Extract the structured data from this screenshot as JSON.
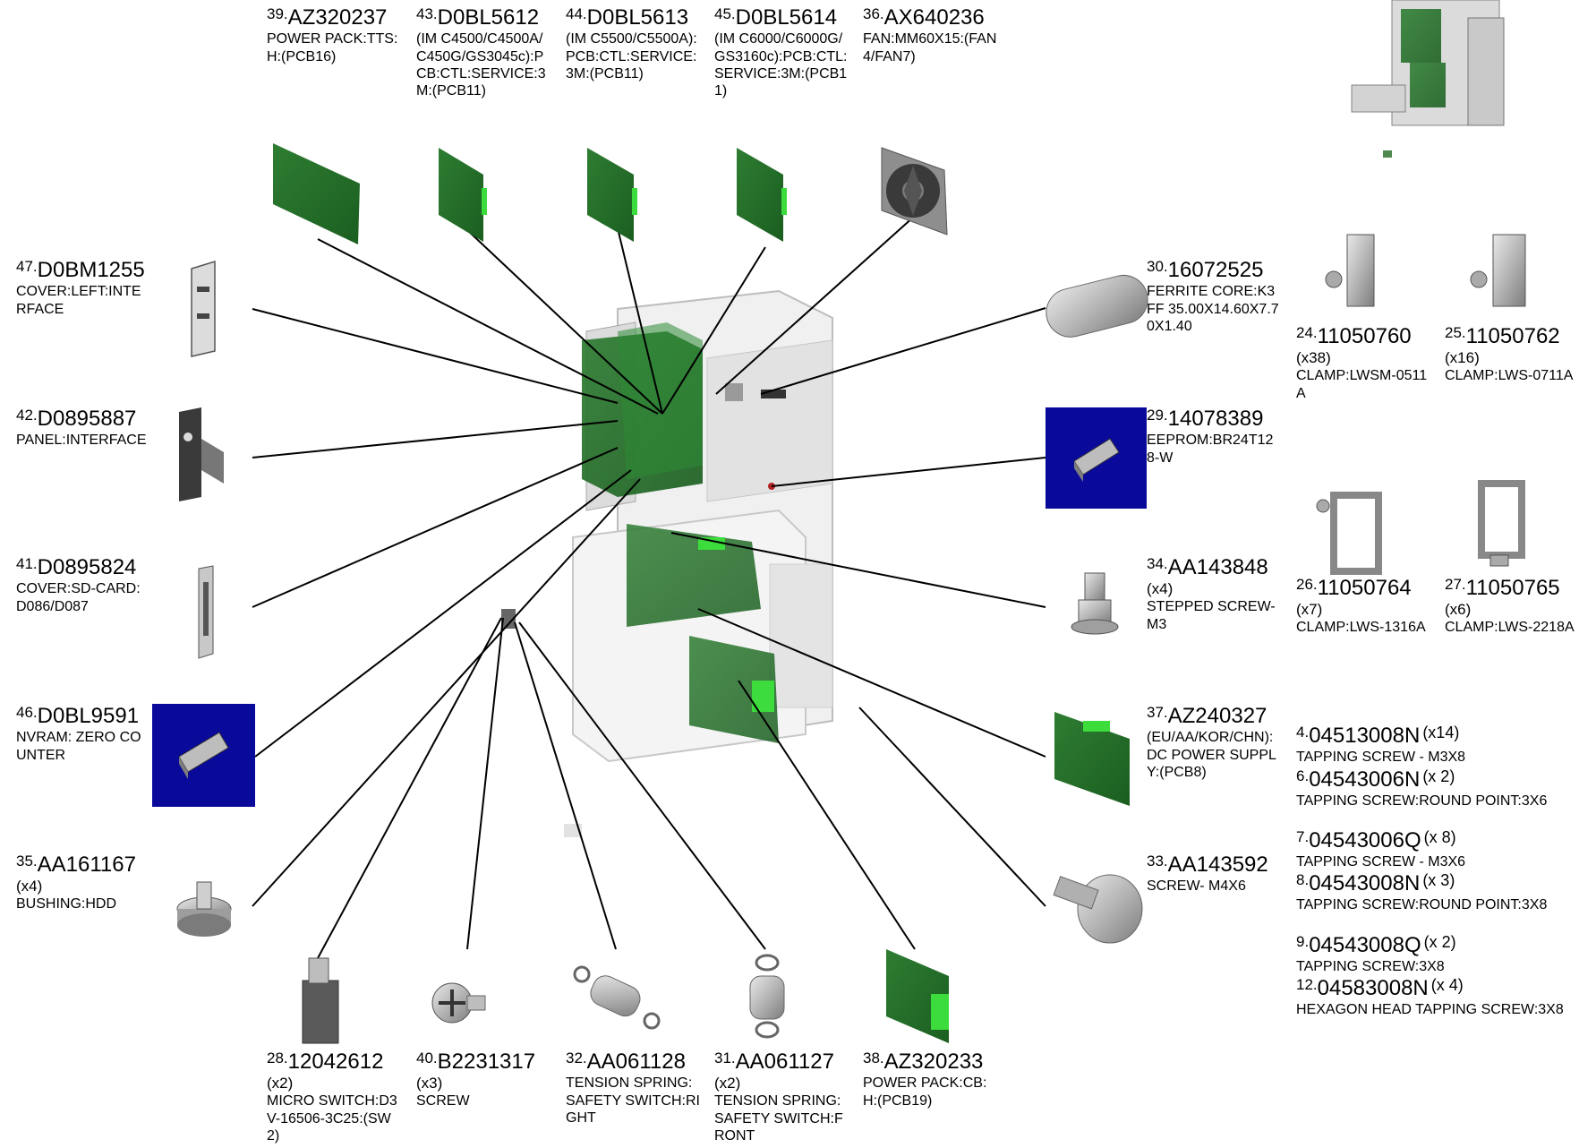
{
  "colors": {
    "pcb_green": "#1f6b24",
    "pcb_light": "#3bdc3b",
    "icon_bg": "#0a0a9a",
    "metal": "#b9b9b9"
  },
  "parts": {
    "p39": {
      "num": "39.",
      "pn": "AZ320237",
      "desc": "POWER PACK:TTS:H:(PCB16)"
    },
    "p43": {
      "num": "43.",
      "pn": "D0BL5612",
      "desc": "(IM C4500/C4500A/C450G/GS3045c):PCB:CTL:SERVICE:3M:(PCB11)"
    },
    "p44": {
      "num": "44.",
      "pn": "D0BL5613",
      "desc": "(IM C5500/C5500A):PCB:CTL:SERVICE:3M:(PCB11)"
    },
    "p45": {
      "num": "45.",
      "pn": "D0BL5614",
      "desc": "(IM C6000/C6000G/GS3160c):PCB:CTL:SERVICE:3M:(PCB11)"
    },
    "p36": {
      "num": "36.",
      "pn": "AX640236",
      "desc": "FAN:MM60X15:(FAN4/FAN7)"
    },
    "p47": {
      "num": "47.",
      "pn": "D0BM1255",
      "desc": "COVER:LEFT:INTERFACE"
    },
    "p42": {
      "num": "42.",
      "pn": "D0895887",
      "desc": "PANEL:INTERFACE"
    },
    "p41": {
      "num": "41.",
      "pn": "D0895824",
      "desc": "COVER:SD-CARD:D086/D087"
    },
    "p46": {
      "num": "46.",
      "pn": "D0BL9591",
      "desc": "NVRAM: ZERO COUNTER"
    },
    "p35": {
      "num": "35.",
      "pn": "AA161167",
      "qty": "(x4)",
      "desc": "BUSHING:HDD"
    },
    "p30": {
      "num": "30.",
      "pn": "16072525",
      "desc": "FERRITE CORE:K3FF 35.00X14.60X7.70X1.40"
    },
    "p29": {
      "num": "29.",
      "pn": "14078389",
      "desc": "EEPROM:BR24T128-W"
    },
    "p34": {
      "num": "34.",
      "pn": "AA143848",
      "qty": "(x4)",
      "desc": "STEPPED SCREW- M3"
    },
    "p37": {
      "num": "37.",
      "pn": "AZ240327",
      "desc": "(EU/AA/KOR/CHN):DC POWER SUPPLY:(PCB8)"
    },
    "p33": {
      "num": "33.",
      "pn": "AA143592",
      "desc": "SCREW- M4X6"
    },
    "p24": {
      "num": "24.",
      "pn": "11050760",
      "qty": "(x38)",
      "desc": "CLAMP:LWSM-0511A"
    },
    "p25": {
      "num": "25.",
      "pn": "11050762",
      "qty": "(x16)",
      "desc": "CLAMP:LWS-0711A"
    },
    "p26": {
      "num": "26.",
      "pn": "11050764",
      "qty": "(x7)",
      "desc": "CLAMP:LWS-1316A"
    },
    "p27": {
      "num": "27.",
      "pn": "11050765",
      "qty": "(x6)",
      "desc": "CLAMP:LWS-2218A"
    },
    "p4": {
      "num": "4.",
      "pn": "04513008N",
      "qty": "(x14)",
      "desc": "TAPPING SCREW - M3X8"
    },
    "p6": {
      "num": "6.",
      "pn": "04543006N",
      "qty": "(x 2)",
      "desc": "TAPPING SCREW:ROUND POINT:3X6"
    },
    "p7": {
      "num": "7.",
      "pn": "04543006Q",
      "qty": "(x 8)",
      "desc": "TAPPING SCREW - M3X6"
    },
    "p8": {
      "num": "8.",
      "pn": "04543008N",
      "qty": "(x 3)",
      "desc": "TAPPING SCREW:ROUND POINT:3X8"
    },
    "p9": {
      "num": "9.",
      "pn": "04543008Q",
      "qty": "(x 2)",
      "desc": "TAPPING SCREW:3X8"
    },
    "p12": {
      "num": "12.",
      "pn": "04583008N",
      "qty": "(x 4)",
      "desc": "HEXAGON HEAD TAPPING SCREW:3X8"
    },
    "p28": {
      "num": "28.",
      "pn": "12042612",
      "qty": "(x2)",
      "desc": "MICRO SWITCH:D3V-16506-3C25:(SW2)"
    },
    "p40": {
      "num": "40.",
      "pn": "B2231317",
      "qty": "(x3)",
      "desc": "SCREW"
    },
    "p32": {
      "num": "32.",
      "pn": "AA061128",
      "desc": "TENSION SPRING:SAFETY SWITCH:RIGHT"
    },
    "p31": {
      "num": "31.",
      "pn": "AA061127",
      "qty": "(x2)",
      "desc": "TENSION SPRING:SAFETY SWITCH:FRONT"
    },
    "p38": {
      "num": "38.",
      "pn": "AZ320233",
      "desc": "POWER PACK:CB:H:(PCB19)"
    }
  }
}
